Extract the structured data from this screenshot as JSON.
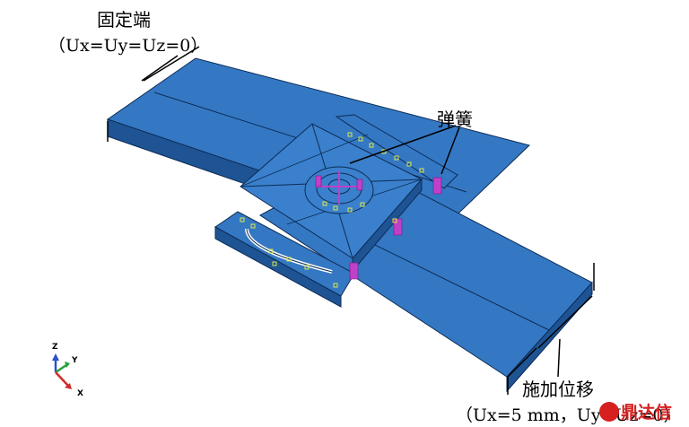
{
  "labels": {
    "fixed_end_title": "固定端",
    "fixed_end_condition": "（Ux=Uy=Uz=0）",
    "spring": "弹簧",
    "applied_disp_title": "施加位移",
    "applied_disp_condition": "（Ux=5 mm，Uy=Uz=0）"
  },
  "axes": {
    "z": "Z",
    "y": "Y",
    "x": "X"
  },
  "watermark": {
    "text": "鼎达信"
  },
  "colors": {
    "plate_top": "#3478c4",
    "plate_side": "#1e5494",
    "plate_edge": "#0d2c55",
    "spring": "#c040c8",
    "marker": "#d8e84a",
    "watermark": "#d62020"
  }
}
